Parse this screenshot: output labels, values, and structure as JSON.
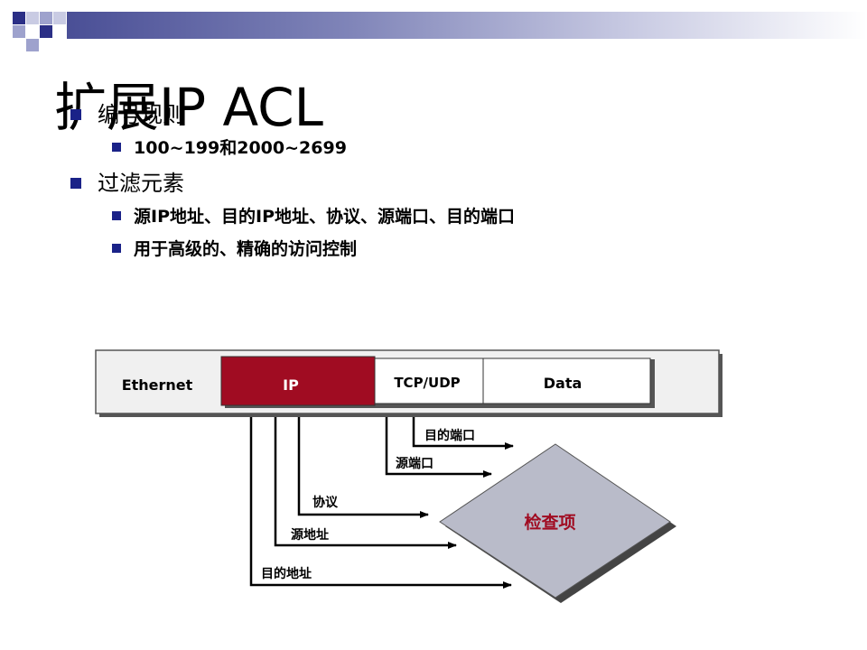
{
  "title": "扩展IP ACL",
  "bullets": [
    {
      "level": 1,
      "text": "编号规则"
    },
    {
      "level": 2,
      "text": "100~199和2000~2699"
    },
    {
      "level": 1,
      "text": "过滤元素"
    },
    {
      "level": 2,
      "text": "源IP地址、目的IP地址、协议、源端口、目的端口"
    },
    {
      "level": 2,
      "text": "用于高级的、精确的访问控制"
    }
  ],
  "diagram": {
    "header_fields": {
      "ethernet": "Ethernet",
      "ip": "IP",
      "tcp_udp": "TCP/UDP",
      "data": "Data"
    },
    "arrow_labels": {
      "dst_port": "目的端口",
      "src_port": "源端口",
      "protocol": "协议",
      "src_addr": "源地址",
      "dst_addr": "目的地址"
    },
    "check_box": "检查项"
  },
  "colors": {
    "bullet_marker": "#1a2288",
    "ip_field": "#a00c22",
    "check_text": "#a00c22",
    "diamond_fill": "#b9bbc9",
    "header_bg": "#f0f0f0"
  }
}
